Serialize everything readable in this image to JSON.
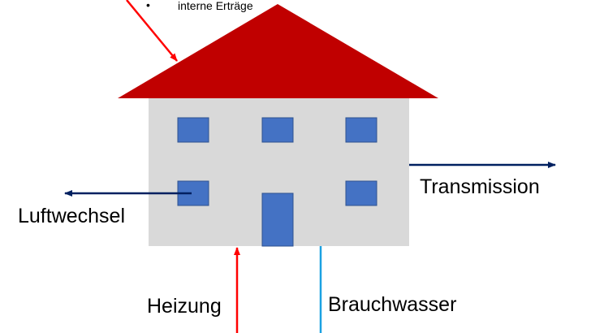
{
  "labels": {
    "bullet_symbol": "•",
    "internal_gains": "interne Erträge",
    "transmission": "Transmission",
    "air_exchange": "Luftwechsel",
    "heating": "Heizung",
    "hot_water": "Brauchwasser"
  },
  "colors": {
    "roof": "#c00000",
    "wall": "#d9d9d9",
    "window": "#4472c4",
    "window_border": "#2f528f",
    "solar_arrow": "#ff0000",
    "heating_arrow": "#ff0000",
    "hot_water_line": "#1ba1e2",
    "transmission_arrow": "#002060",
    "air_exchange_arrow": "#002060"
  },
  "icons": {
    "house": "house-icon",
    "window": "window-icon",
    "door": "door-icon"
  }
}
